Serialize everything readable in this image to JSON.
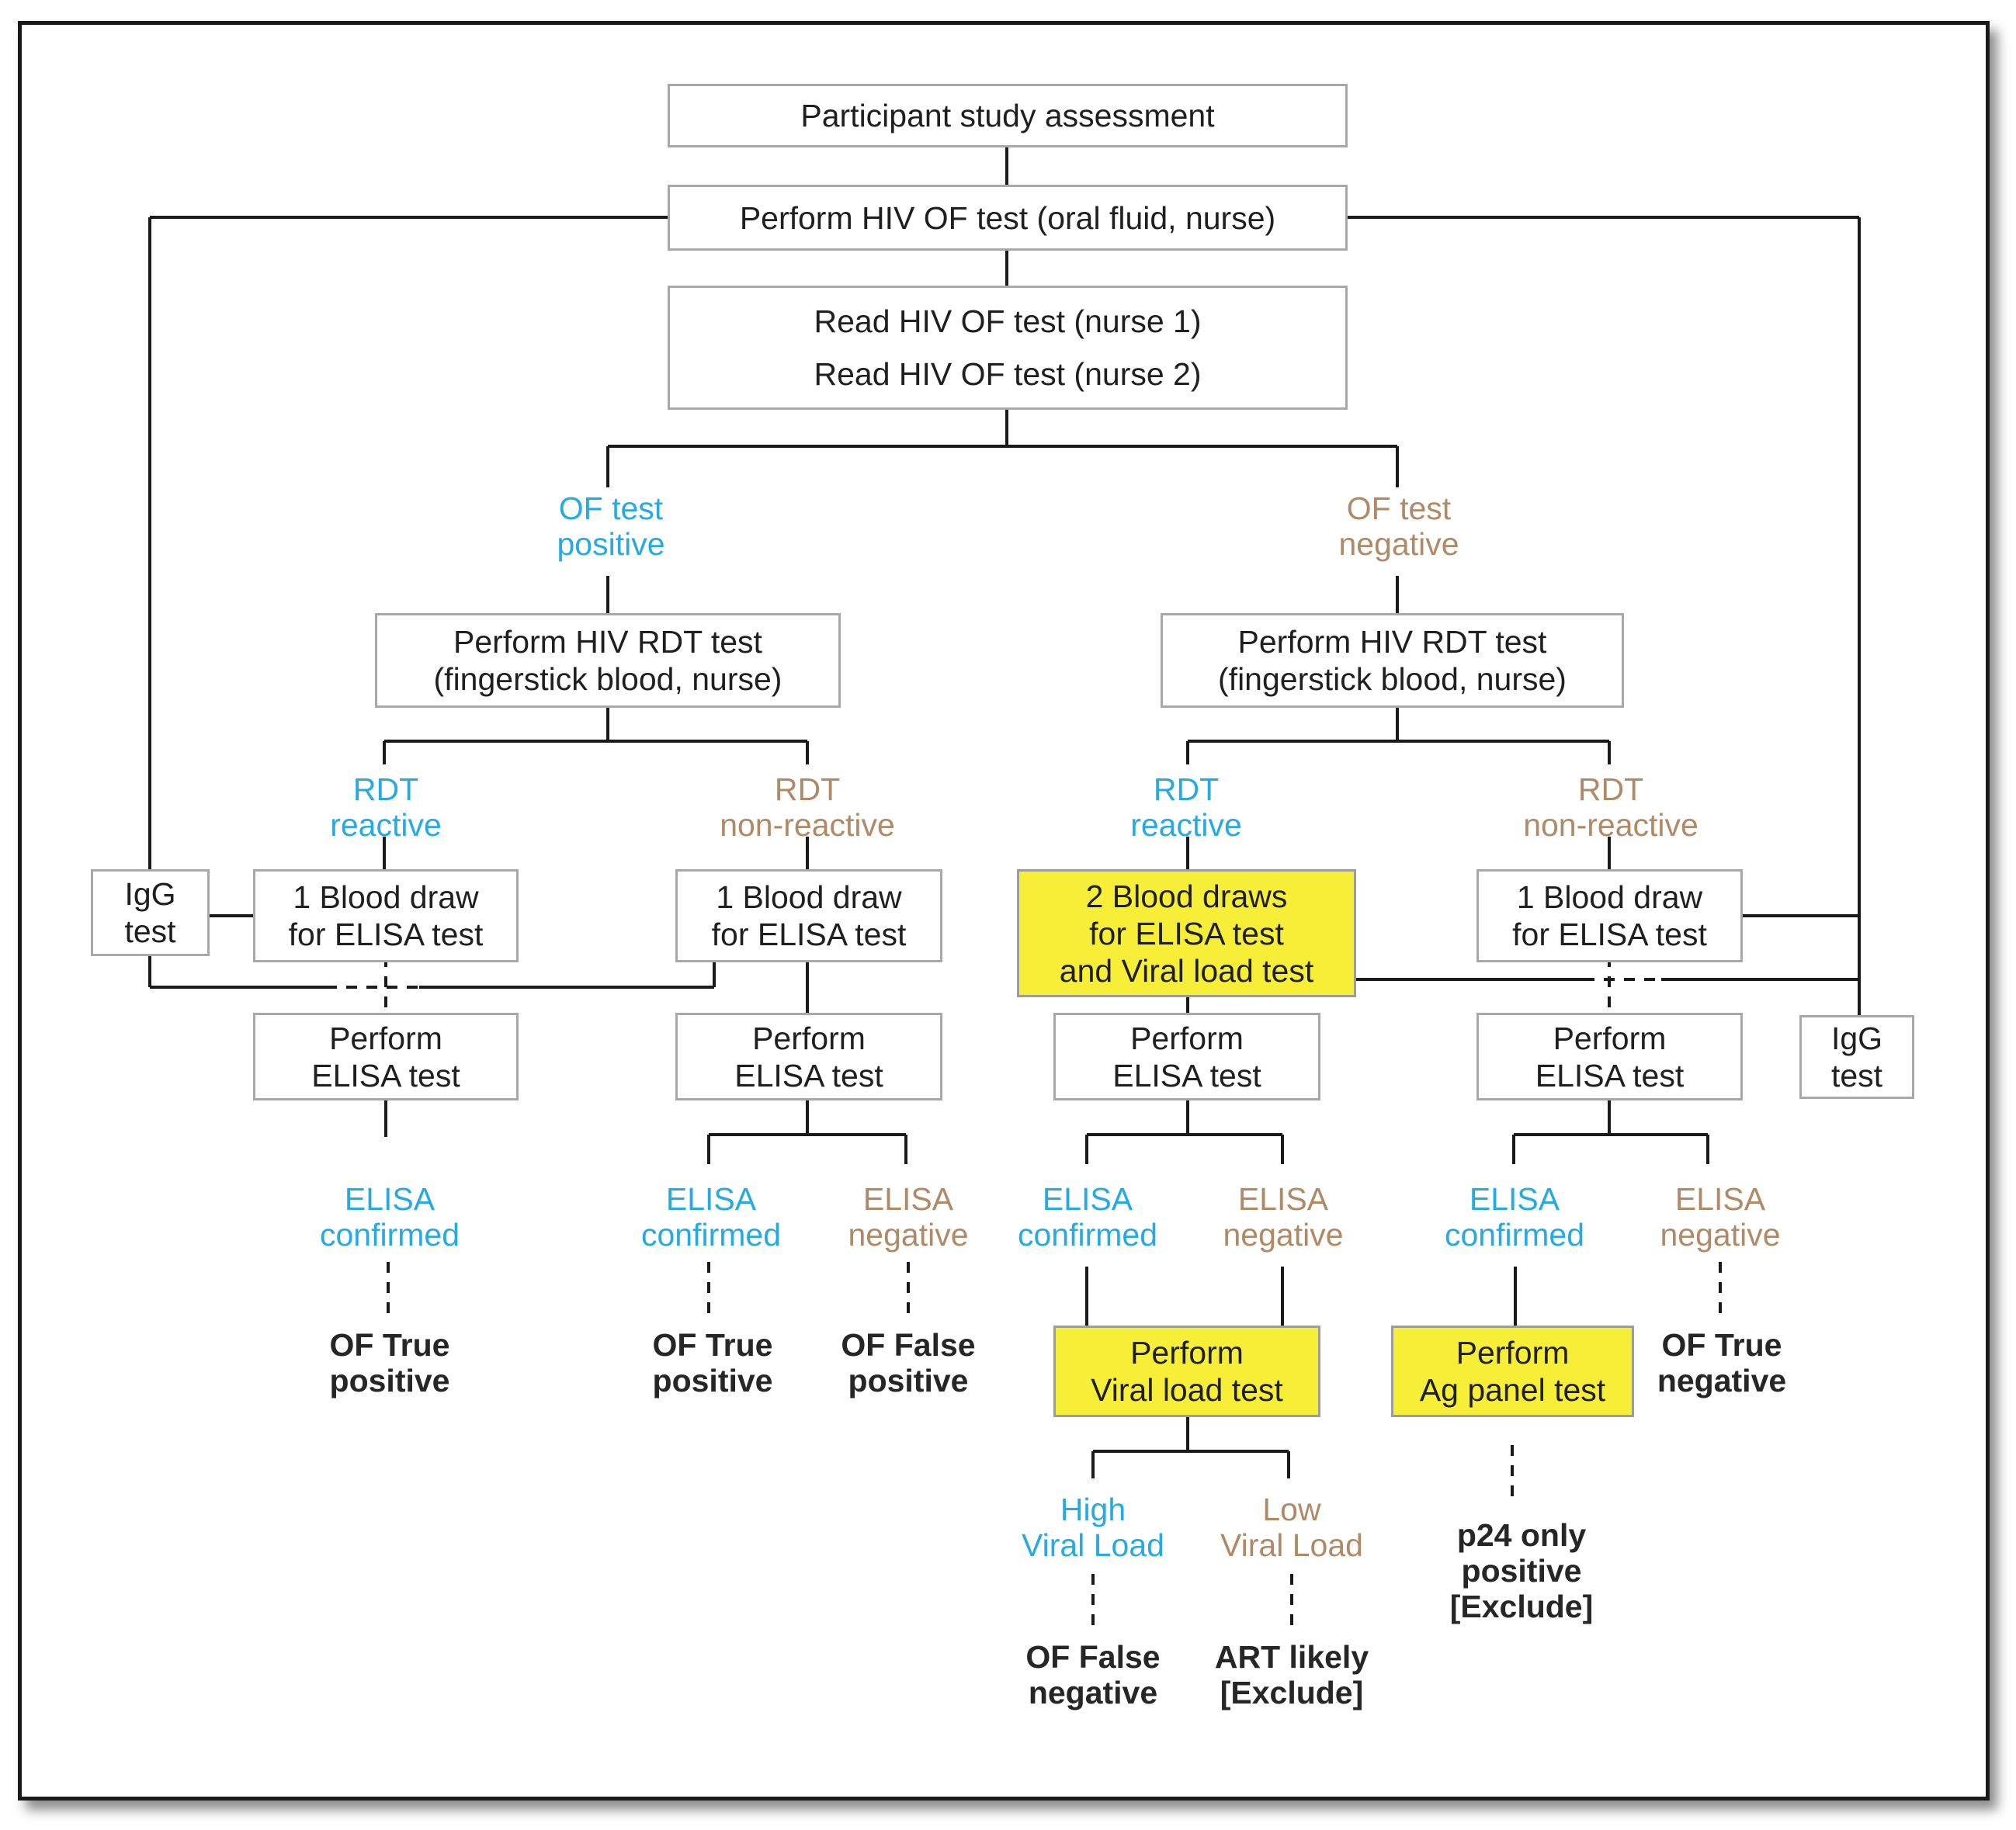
{
  "colors": {
    "positive_label": "#27a9e1",
    "negative_label": "#b08a66",
    "highlight_box": "#f7ee37",
    "box_border": "#a8a8a8",
    "line": "#1a1a1a"
  },
  "nodes": {
    "assessment": "Participant study assessment",
    "perform_of": "Perform HIV OF test (oral fluid, nurse)",
    "read_of_1": "Read HIV OF test (nurse 1)",
    "read_of_2": "Read HIV OF test (nurse 2)",
    "rdt_left": "Perform HIV RDT test\n(fingerstick blood, nurse)",
    "rdt_right": "Perform HIV RDT test\n(fingerstick blood, nurse)",
    "igg_left": "IgG\ntest",
    "igg_right": "IgG\ntest",
    "blood_1": "1 Blood draw\nfor ELISA test",
    "blood_2": "1 Blood draw\nfor ELISA test",
    "blood_3": "2 Blood draws\nfor ELISA test\nand Viral load test",
    "blood_4": "1 Blood draw\nfor ELISA test",
    "elisa_1": "Perform\nELISA test",
    "elisa_2": "Perform\nELISA test",
    "elisa_3": "Perform\nELISA test",
    "elisa_4": "Perform\nELISA test",
    "viral_load": "Perform\nViral load test",
    "ag_panel": "Perform\nAg panel test"
  },
  "labels": {
    "of_positive": "OF test\npositive",
    "of_negative": "OF test\nnegative",
    "rdt_reactive_1": "RDT\nreactive",
    "rdt_nonreactive_1": "RDT\nnon-reactive",
    "rdt_reactive_2": "RDT\nreactive",
    "rdt_nonreactive_2": "RDT\nnon-reactive",
    "elisa_confirmed_1": "ELISA\nconfirmed",
    "elisa_confirmed_2": "ELISA\nconfirmed",
    "elisa_negative_2": "ELISA\nnegative",
    "elisa_confirmed_3": "ELISA\nconfirmed",
    "elisa_negative_3": "ELISA\nnegative",
    "elisa_confirmed_4": "ELISA\nconfirmed",
    "elisa_negative_4": "ELISA\nnegative",
    "high_viral_load": "High\nViral Load",
    "low_viral_load": "Low\nViral Load"
  },
  "outcomes": {
    "of_true_positive_1": "OF True\npositive",
    "of_true_positive_2": "OF True\npositive",
    "of_false_positive": "OF False\npositive",
    "of_true_negative": "OF True\nnegative",
    "of_false_negative": "OF False\nnegative",
    "art_likely": "ART likely\n[Exclude]",
    "p24_only": "p24 only\npositive\n[Exclude]"
  }
}
